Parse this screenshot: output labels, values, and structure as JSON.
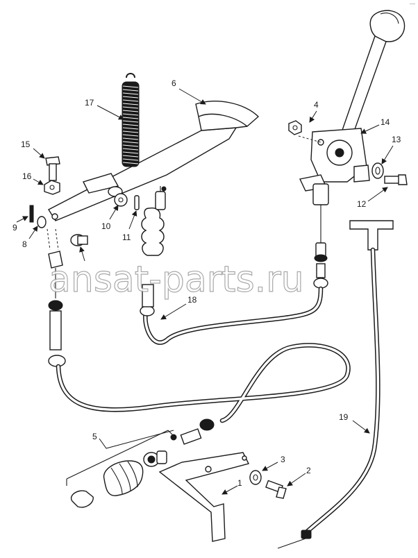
{
  "watermark": "ansat-parts.ru",
  "corner_mark": "—",
  "callouts": [
    {
      "id": "c1",
      "text": "1"
    },
    {
      "id": "c2",
      "text": "2"
    },
    {
      "id": "c3",
      "text": "3"
    },
    {
      "id": "c4",
      "text": "4"
    },
    {
      "id": "c5",
      "text": "5"
    },
    {
      "id": "c6",
      "text": "6"
    },
    {
      "id": "c8",
      "text": "8"
    },
    {
      "id": "c9",
      "text": "9"
    },
    {
      "id": "c10",
      "text": "10"
    },
    {
      "id": "c11",
      "text": "11"
    },
    {
      "id": "c12",
      "text": "12"
    },
    {
      "id": "c13",
      "text": "13"
    },
    {
      "id": "c14",
      "text": "14"
    },
    {
      "id": "c15",
      "text": "15"
    },
    {
      "id": "c16",
      "text": "16"
    },
    {
      "id": "c17",
      "text": "17"
    },
    {
      "id": "c18",
      "text": "18"
    },
    {
      "id": "c19",
      "text": "19"
    }
  ]
}
